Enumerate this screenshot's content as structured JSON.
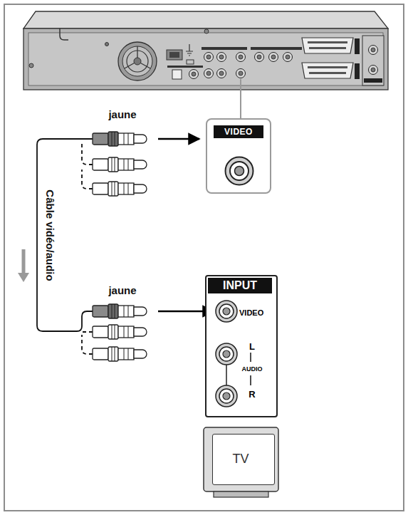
{
  "diagram": {
    "nodes": [
      {
        "text": [
          "VIDEO"
        ]
      },
      {
        "text": [
          "INPUT",
          "VIDEO",
          "L",
          "AUDIO",
          "R"
        ]
      },
      {
        "text": [
          "TV"
        ]
      }
    ],
    "labels": [
      "jaune",
      "jaune",
      "Câble vidéo/audio"
    ]
  }
}
